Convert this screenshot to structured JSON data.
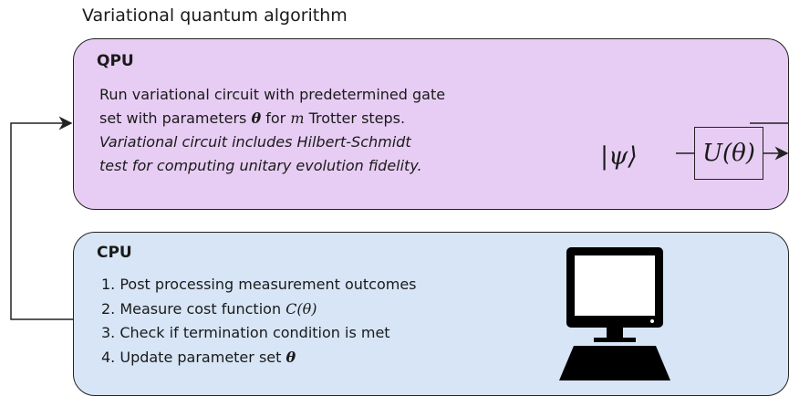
{
  "title": "Variational quantum algorithm",
  "qpu": {
    "label": "QPU",
    "line1": "Run variational circuit with predetermined gate",
    "line2_a": "set with parameters ",
    "theta": "θ",
    "line2_b": " for ",
    "m": "m",
    "line2_c": " Trotter steps.",
    "line3": "Variational circuit includes Hilbert-Schmidt",
    "line4": "test for computing unitary evolution fidelity.",
    "ket": "|ψ⟩",
    "gate": "U(θ)"
  },
  "cpu": {
    "label": "CPU",
    "step1": "1. Post processing measurement outcomes",
    "step2_a": "2. Measure cost function ",
    "step2_math": "C(θ)",
    "step3": "3. Check if termination condition is met",
    "step4_a": "4. Update parameter set ",
    "theta": "θ"
  },
  "colors": {
    "qpu_fill": "#e7cdf3",
    "cpu_fill": "#d7e5f6",
    "stroke": "#222222"
  },
  "icons": {
    "computer": "desktop-computer-icon"
  }
}
